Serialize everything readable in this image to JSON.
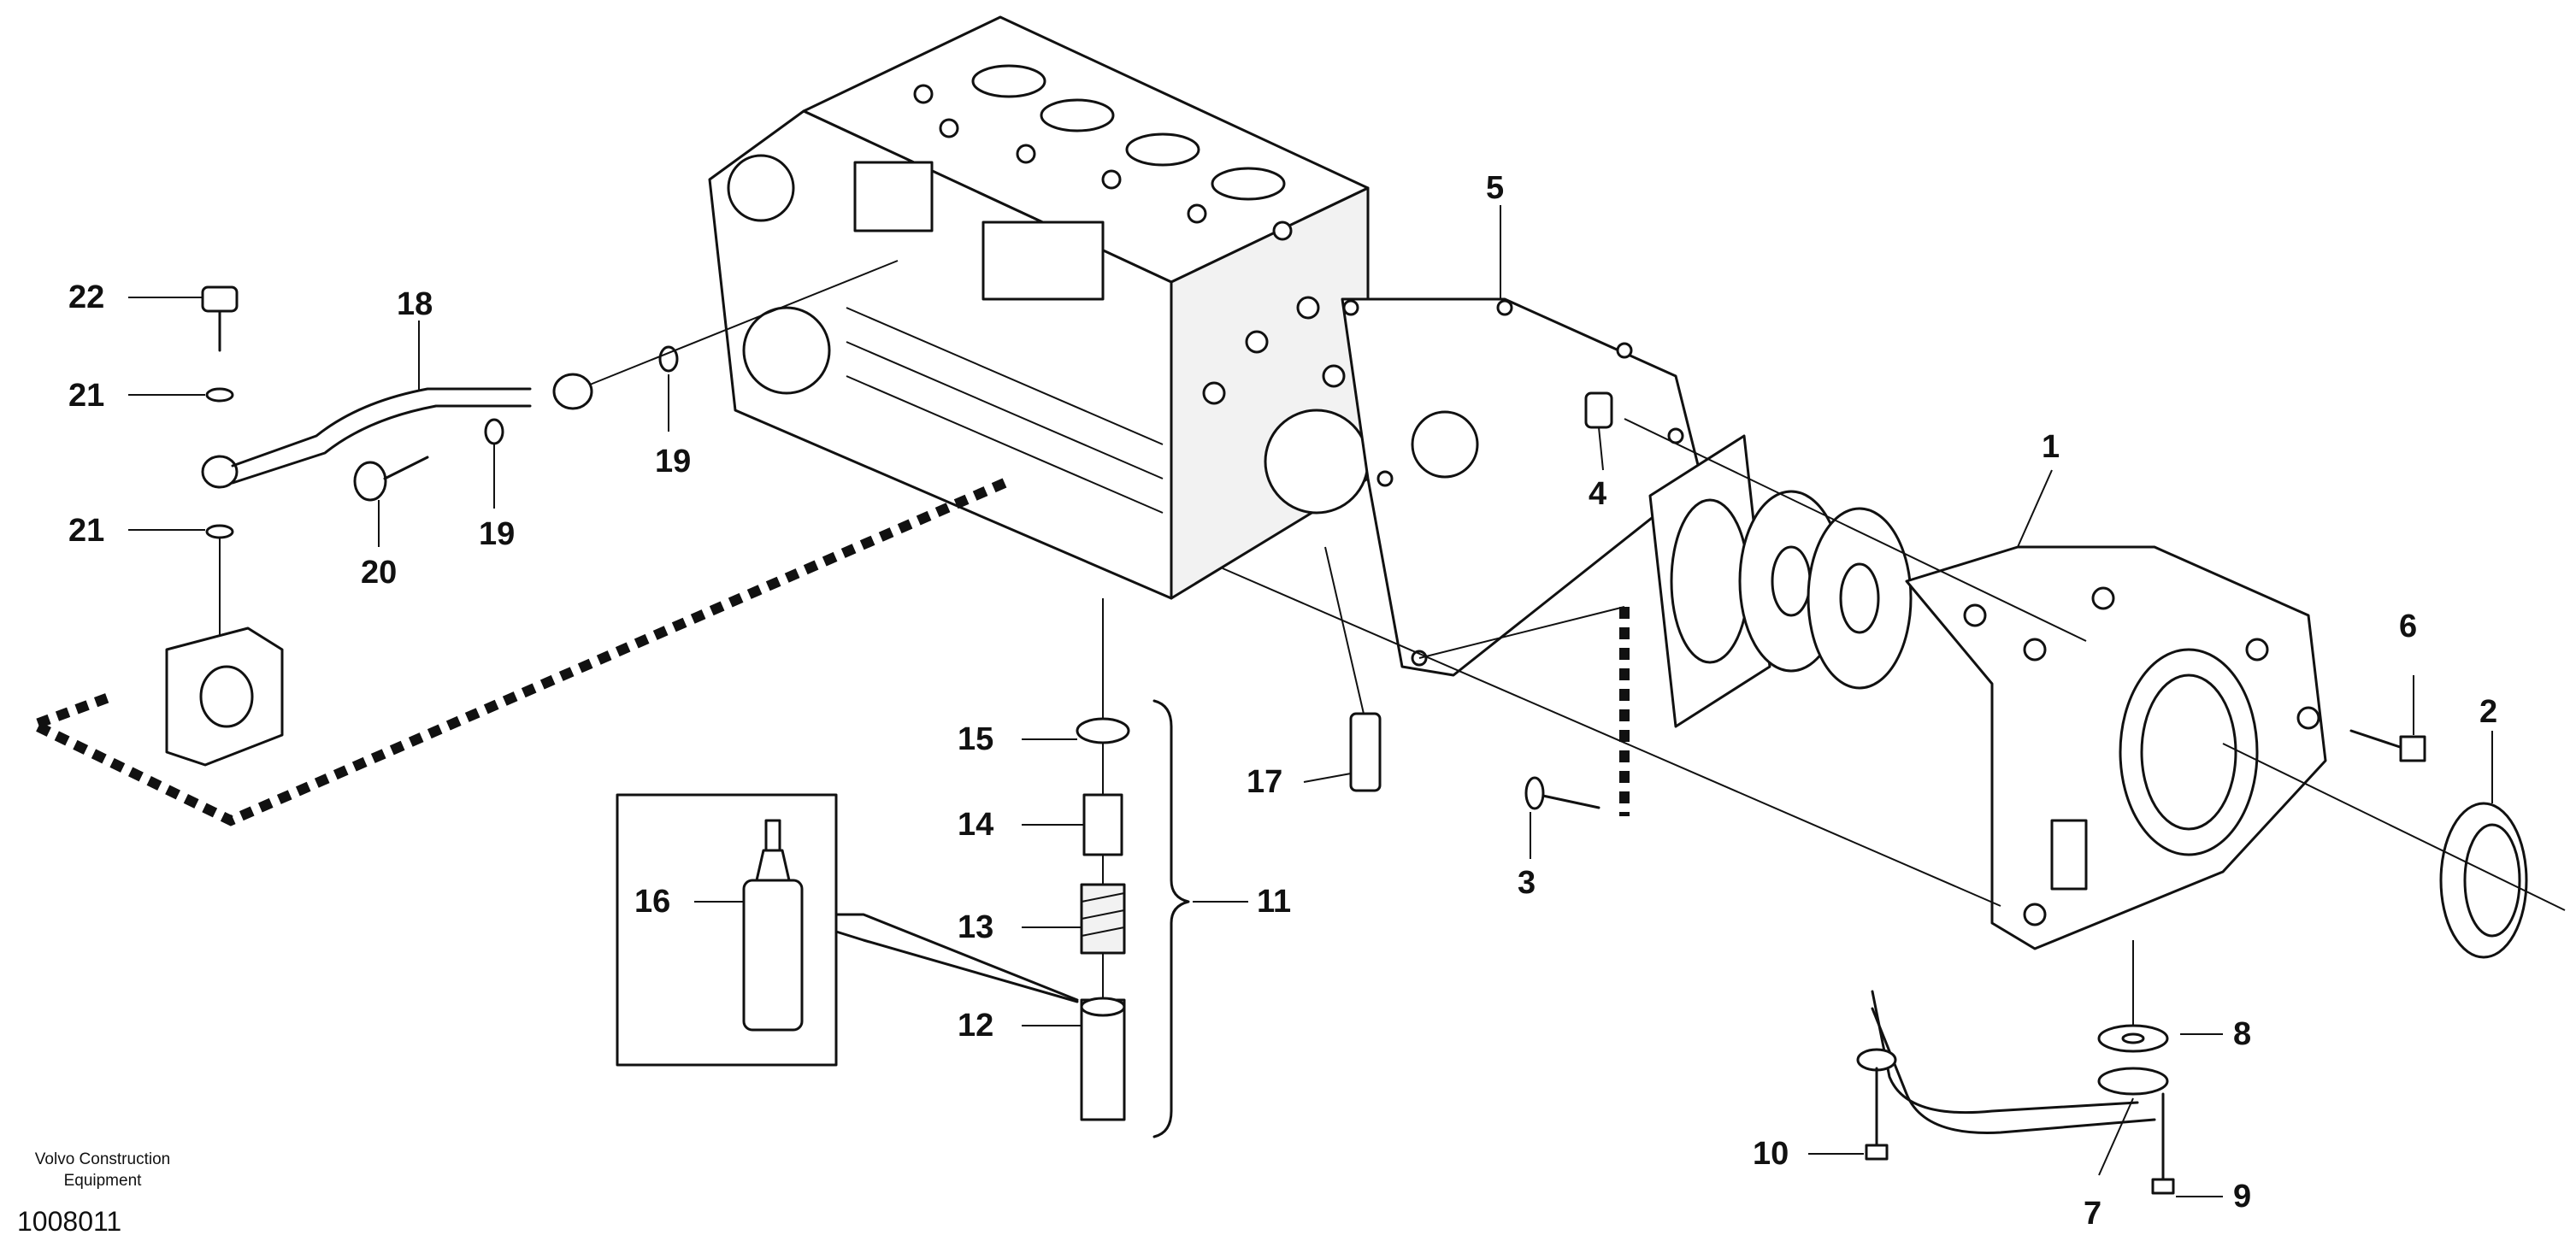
{
  "callouts": {
    "c1": "1",
    "c2": "2",
    "c3": "3",
    "c4": "4",
    "c5": "5",
    "c6": "6",
    "c7": "7",
    "c8": "8",
    "c9": "9",
    "c10": "10",
    "c11": "11",
    "c12": "12",
    "c13": "13",
    "c14": "14",
    "c15": "15",
    "c16": "16",
    "c17": "17",
    "c18": "18",
    "c19a": "19",
    "c19b": "19",
    "c20": "20",
    "c21a": "21",
    "c21b": "21",
    "c22": "22"
  },
  "footer": {
    "company_line1": "Volvo Construction",
    "company_line2": "Equipment",
    "drawing_number": "1008011"
  }
}
